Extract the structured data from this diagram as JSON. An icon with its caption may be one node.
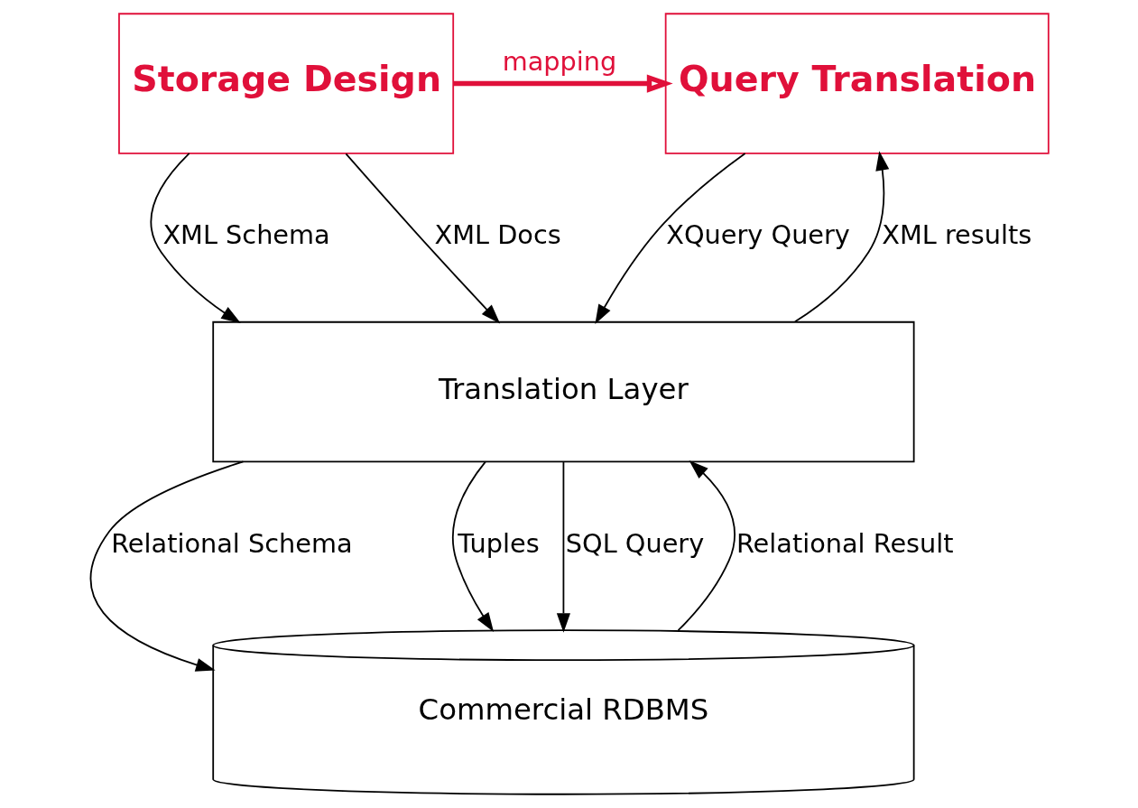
{
  "diagram": {
    "nodes": [
      {
        "text": [
          "Storage Design"
        ]
      },
      {
        "text": [
          "Query Translation"
        ]
      },
      {
        "text": [
          "Translation Layer"
        ]
      },
      {
        "text": [
          "Commercial RDBMS"
        ]
      }
    ],
    "edges": [
      {
        "from": 0,
        "to": 1,
        "arrow": "to",
        "label": "mapping",
        "style": "thick",
        "color": "#e0103a"
      },
      {
        "from": 0,
        "to": 2,
        "arrow": "to",
        "label": "XML Schema"
      },
      {
        "from": 0,
        "to": 2,
        "arrow": "to",
        "label": "XML Docs"
      },
      {
        "from": 1,
        "to": 2,
        "arrow": "to",
        "label": "XQuery Query"
      },
      {
        "from": 2,
        "to": 1,
        "arrow": "to",
        "label": "XML results"
      },
      {
        "from": 2,
        "to": 3,
        "arrow": "to",
        "label": "Relational Schema"
      },
      {
        "from": 2,
        "to": 3,
        "arrow": "to",
        "label": "Tuples"
      },
      {
        "from": 2,
        "to": 3,
        "arrow": "to",
        "label": "SQL Query"
      },
      {
        "from": 3,
        "to": 2,
        "arrow": "to",
        "label": "Relational Result"
      }
    ]
  }
}
